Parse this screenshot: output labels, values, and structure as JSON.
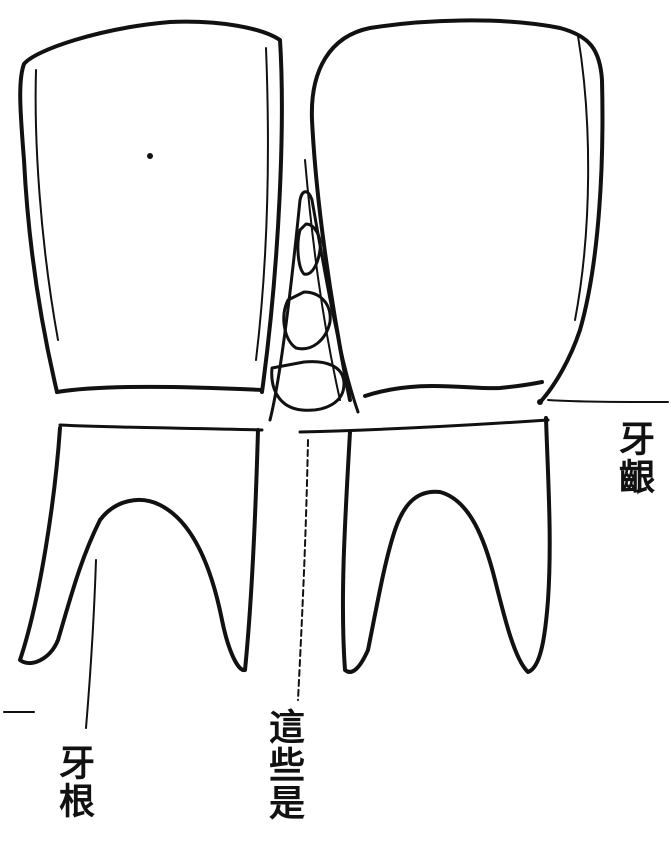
{
  "labels": {
    "gum_line": "牙齦",
    "root": "牙根",
    "these_are": "這些是"
  },
  "colors": {
    "ink": "#111111",
    "paper": "#ffffff"
  }
}
